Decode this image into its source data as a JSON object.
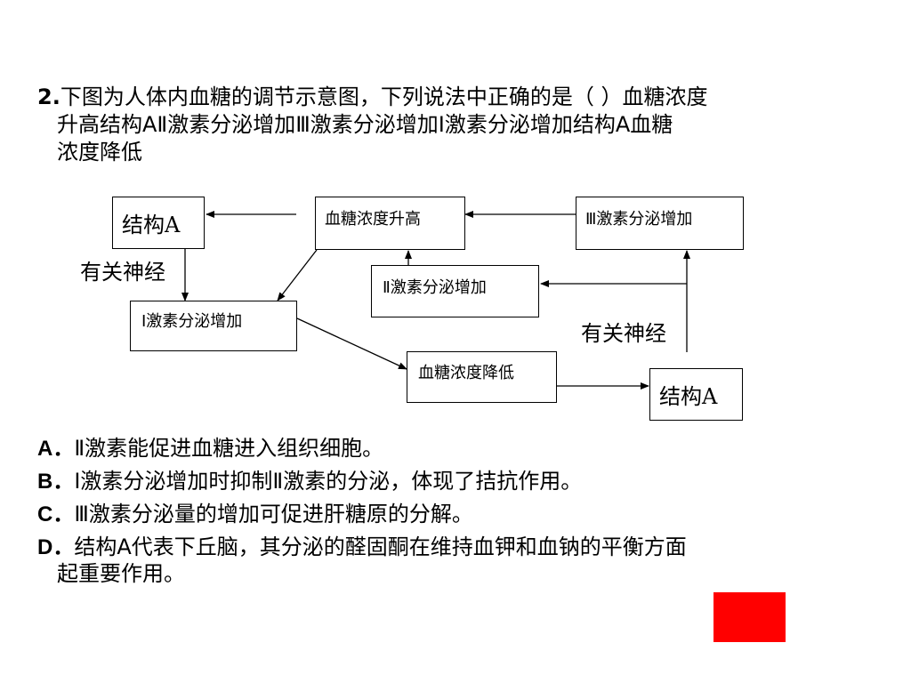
{
  "question": {
    "number": "2.",
    "line1": "下图为人体内血糖的调节示意图，下列说法中正确的是（ ）血糖浓度",
    "line2": "升高结构AⅡ激素分泌增加Ⅲ激素分泌增加Ⅰ激素分泌增加结构A血糖",
    "line3": "浓度降低"
  },
  "diagram": {
    "struct_a_top": "结构A",
    "glucose_high": "血糖浓度升高",
    "hormone3": "Ⅲ激素分泌增加",
    "hormone2": "Ⅱ激素分泌增加",
    "hormone1": "Ⅰ激素分泌增加",
    "glucose_low": "血糖浓度降低",
    "struct_a_bottom": "结构A",
    "nerve_left": "有关神经",
    "nerve_right": "有关神经"
  },
  "options": [
    {
      "letter": "A．",
      "text": "Ⅱ激素能促进血糖进入组织细胞。"
    },
    {
      "letter": "B．",
      "text": "Ⅰ激素分泌增加时抑制Ⅱ激素的分泌，体现了拮抗作用。"
    },
    {
      "letter": "C．",
      "text": "Ⅲ激素分泌量的增加可促进肝糖原的分解。"
    },
    {
      "letter": "D．",
      "text": "结构A代表下丘脑，其分泌的醛固酮在维持血钾和血钠的平衡方面",
      "cont": "起重要作用。"
    }
  ],
  "colors": {
    "accent_square": "#ff0000"
  }
}
